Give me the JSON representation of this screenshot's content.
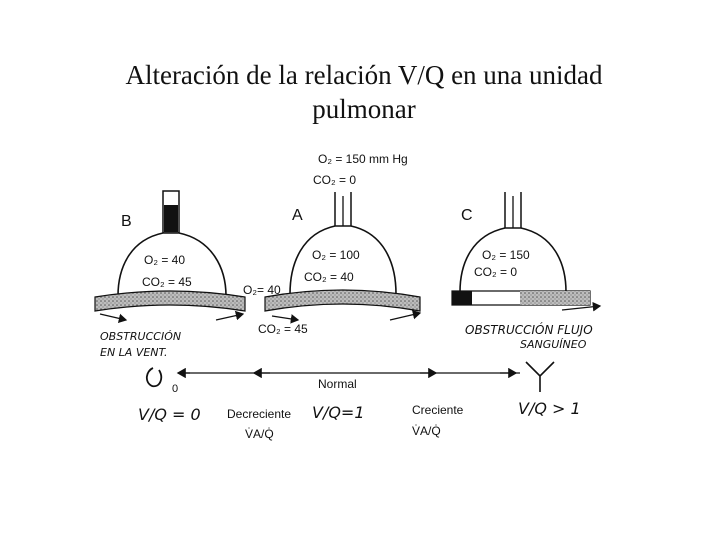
{
  "title": {
    "line1": "Alteración de la relación V/Q en una unidad",
    "line2": "pulmonar"
  },
  "inspired": {
    "o2": "O₂ = 150 mm Hg",
    "co2": "CO₂ = 0"
  },
  "units": {
    "b": {
      "letter": "B",
      "o2": "O₂ = 40",
      "co2": "CO₂ = 45"
    },
    "a": {
      "letter": "A",
      "o2": "O₂ = 100",
      "co2": "CO₂ = 40"
    },
    "c": {
      "letter": "C",
      "o2": "O₂ = 150",
      "co2": "CO₂ = 0"
    }
  },
  "venous": {
    "o2": "O₂= 40",
    "co2": "CO₂ = 45"
  },
  "handwritten": {
    "b_note1": "OBSTRUCCIÓN",
    "b_note2": "EN LA VENT.",
    "c_note1": "OBSTRUCCIÓN FLUJO",
    "c_note2": "SANGUÍNEO",
    "vq_zero": "V/Q = 0",
    "vq_one": "V/Q=1",
    "vq_gt_one": "V/Q > 1"
  },
  "scale": {
    "zero": "0",
    "normal": "Normal",
    "decreasing": "Decreciente",
    "increasing": "Creciente",
    "ratio": "V̇A/Q̇"
  }
}
